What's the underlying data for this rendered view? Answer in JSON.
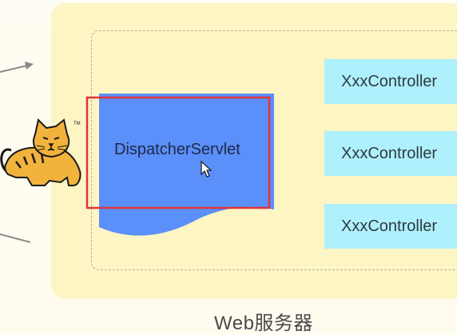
{
  "diagram": {
    "server_label": "Web服务器",
    "dispatcher_label": "DispatcherServlet",
    "controllers": [
      "XxxController",
      "XxxController",
      "XxxController"
    ],
    "tomcat_mark": "TM"
  },
  "colors": {
    "server_bg": "#fdf5c4",
    "dispatcher_fill": "#5b8ff9",
    "controller_fill": "#aef0fb",
    "highlight_border": "#e0353b",
    "arrow": "#8a8a8a"
  },
  "icons": [
    "tomcat-logo-icon",
    "arrow-icon",
    "mouse-cursor-icon"
  ]
}
